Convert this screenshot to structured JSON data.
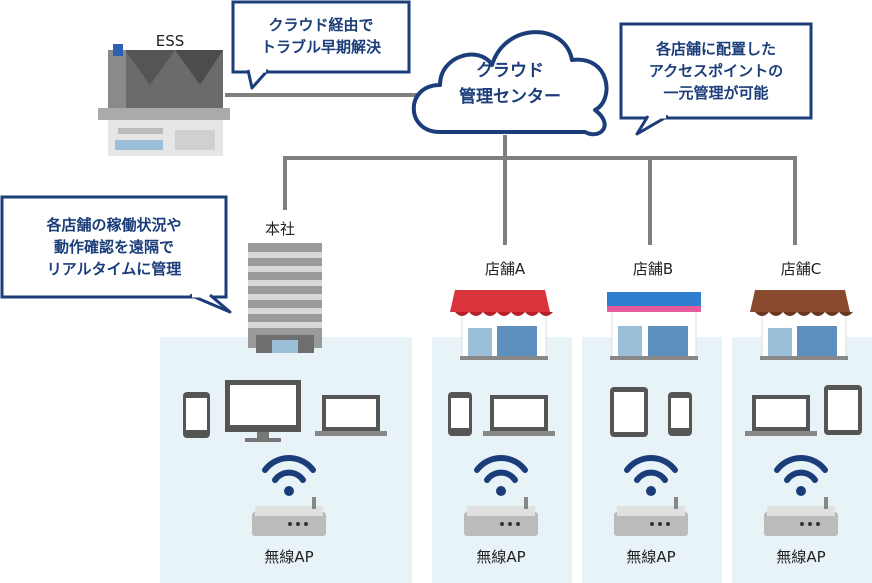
{
  "cloud": {
    "line1": "クラウド",
    "line2": "管理センター"
  },
  "ess": {
    "label": "ESS"
  },
  "callouts": {
    "trouble": [
      "クラウド経由で",
      "トラブル早期解決"
    ],
    "ap_manage": [
      "各店舗に配置した",
      "アクセスポイントの",
      "一元管理が可能"
    ],
    "monitor": [
      "各店舗の稼働状況や",
      "動作確認を遠隔で",
      "リアルタイムに管理"
    ]
  },
  "sites": [
    {
      "name": "本社",
      "ap_label": "無線AP",
      "roof_color": "#7a7a7a"
    },
    {
      "name": "店舗A",
      "ap_label": "無線AP",
      "roof_color": "#d9333b"
    },
    {
      "name": "店舗B",
      "ap_label": "無線AP",
      "roof_color": "#2e7fd0"
    },
    {
      "name": "店舗C",
      "ap_label": "無線AP",
      "roof_color": "#8a4a2e"
    }
  ],
  "colors": {
    "navy": "#1b3d7a",
    "panel": "#e8f3f8",
    "line": "#7f7f7f"
  }
}
